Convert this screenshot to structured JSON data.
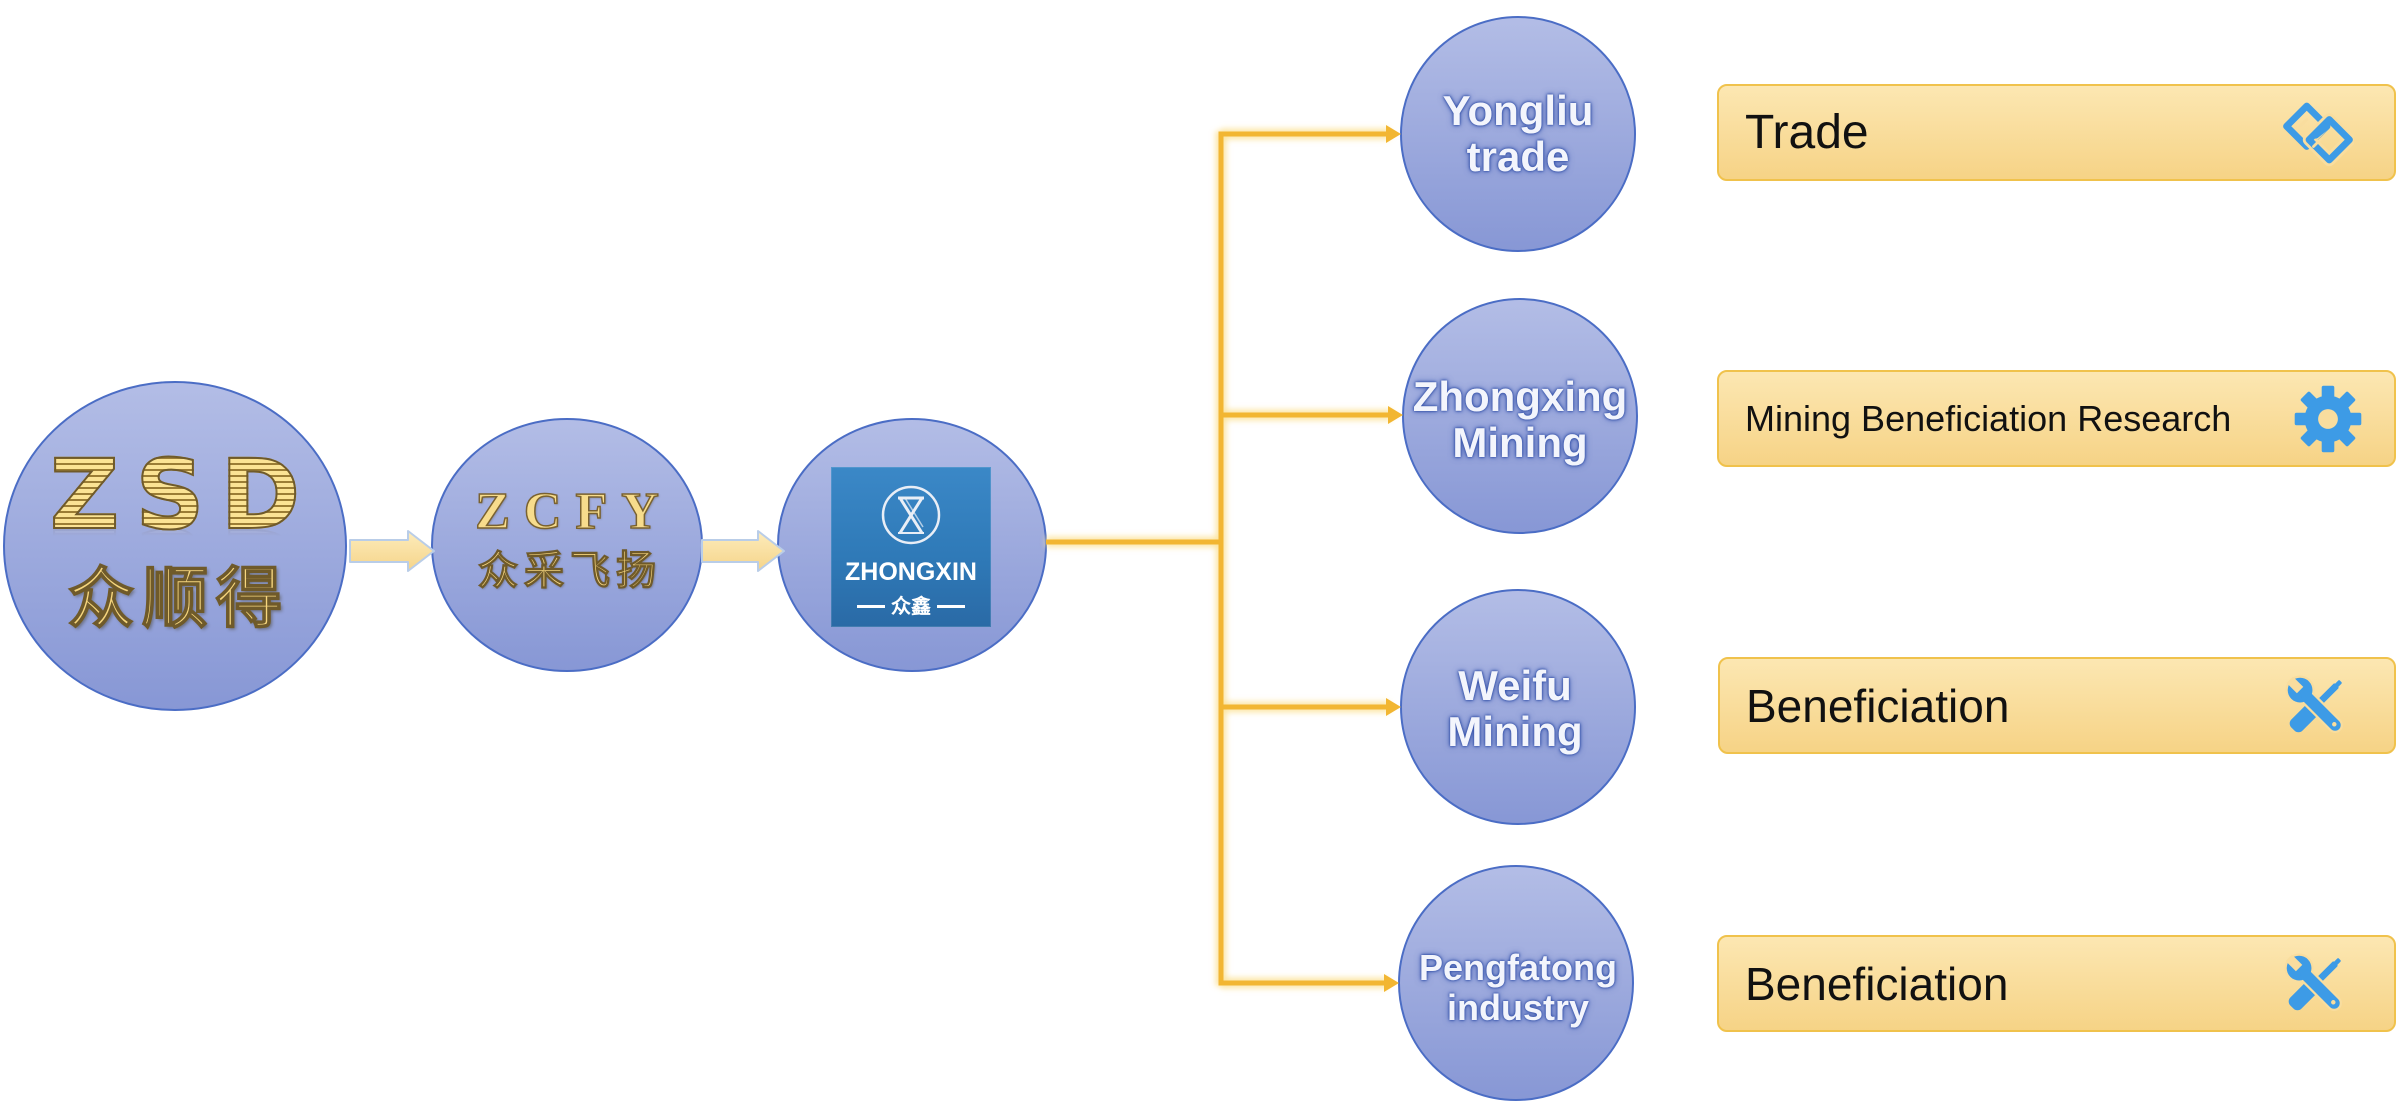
{
  "diagram": {
    "root": {
      "logo_letters": "ZSD",
      "logo_chinese": "众顺得"
    },
    "level2": {
      "logo_letters": "ZCFY",
      "logo_chinese": "众采飞扬"
    },
    "level3": {
      "logo_name": "ZHONGXIN",
      "logo_chinese": "众鑫"
    },
    "branches": [
      {
        "name_line1": "Yongliu",
        "name_line2": "trade",
        "business": "Trade",
        "icon": "handshake-icon"
      },
      {
        "name_line1": "Zhongxing",
        "name_line2": "Mining",
        "business": "Mining Beneficiation Research",
        "icon": "gear-icon"
      },
      {
        "name_line1": "Weifu",
        "name_line2": "Mining",
        "business": "Beneficiation",
        "icon": "tools-icon"
      },
      {
        "name_line1": "Pengfatong",
        "name_line2": "industry",
        "business": "Beneficiation",
        "icon": "tools-icon"
      }
    ]
  },
  "colors": {
    "node_fill_top": "#b3bde6",
    "node_fill_bottom": "#8797d5",
    "node_border": "#4b6dc5",
    "connector": "#f2b632",
    "connector_glow": "#fbe39a",
    "box_fill_top": "#fce7b2",
    "box_fill_bottom": "#f6d386",
    "box_border": "#f0c24c",
    "icon_blue": "#3d9be6",
    "logo_gold": "#f6d67e",
    "zhongxin_bg": "#2f7ab8"
  }
}
